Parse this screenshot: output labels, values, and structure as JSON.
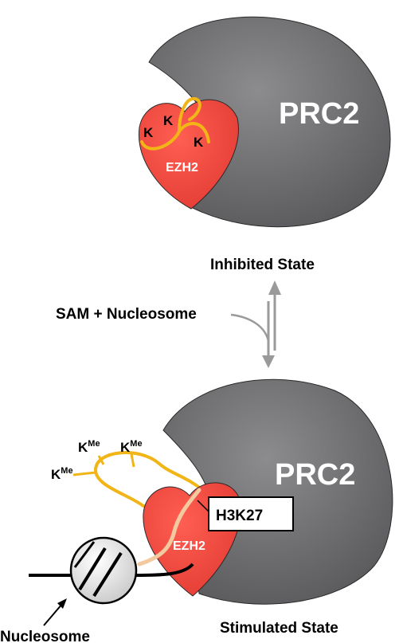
{
  "top": {
    "complex_label": "PRC2",
    "subunit_label": "EZH2",
    "lysines": [
      "K",
      "K",
      "K"
    ]
  },
  "transition": {
    "inhibited_label": "Inhibited State",
    "cofactor_label": "SAM + Nucleosome"
  },
  "bottom": {
    "complex_label": "PRC2",
    "subunit_label": "EZH2",
    "methyl_lysines": [
      {
        "base": "K",
        "sup": "Me"
      },
      {
        "base": "K",
        "sup": "Me"
      },
      {
        "base": "K",
        "sup": "Me"
      }
    ],
    "substrate_label": "H3K27",
    "stimulated_label": "Stimulated State",
    "nucleosome_label": "Nucleosome"
  },
  "colors": {
    "prc2_gray": "#6b6b6d",
    "ezh2_red": "#e8443c",
    "loop_yellow": "#f2b517",
    "tail_peach": "#f3c9a0",
    "arrow_gray": "#9a9a9a"
  }
}
